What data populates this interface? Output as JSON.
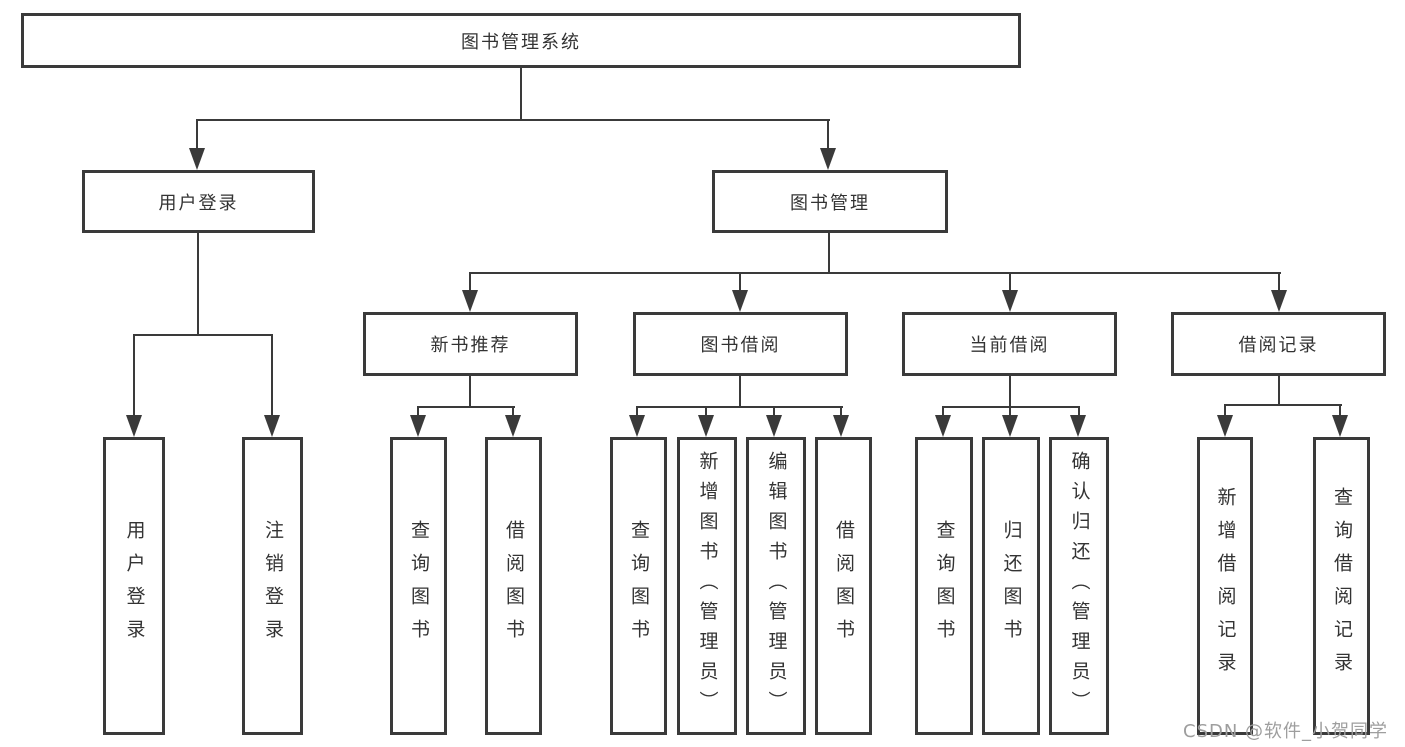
{
  "tree": {
    "root": {
      "label": "图书管理系统"
    },
    "branches": [
      {
        "label": "用户登录",
        "children": [
          {
            "label": "用户登录"
          },
          {
            "label": "注销登录"
          }
        ]
      },
      {
        "label": "图书管理",
        "children": [
          {
            "label": "新书推荐",
            "children": [
              {
                "label": "查询图书"
              },
              {
                "label": "借阅图书"
              }
            ]
          },
          {
            "label": "图书借阅",
            "children": [
              {
                "label": "查询图书"
              },
              {
                "label": "新增图书（管理员）"
              },
              {
                "label": "编辑图书（管理员）"
              },
              {
                "label": "借阅图书"
              }
            ]
          },
          {
            "label": "当前借阅",
            "children": [
              {
                "label": "查询图书"
              },
              {
                "label": "归还图书"
              },
              {
                "label": "确认归还（管理员）"
              }
            ]
          },
          {
            "label": "借阅记录",
            "children": [
              {
                "label": "新增借阅记录"
              },
              {
                "label": "查询借阅记录"
              }
            ]
          }
        ]
      }
    ]
  },
  "watermark": "CSDN @软件_小贺同学",
  "colors": {
    "line": "#3a3a3a",
    "text": "#333333",
    "watermark": "#9e9e9e",
    "background": "#ffffff"
  }
}
